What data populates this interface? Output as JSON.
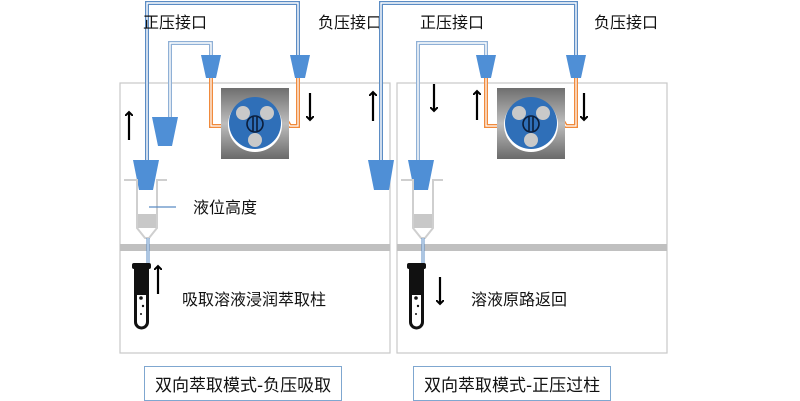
{
  "colors": {
    "tube_blue": "#5b8cc4",
    "funnel_blue": "#4f8fd6",
    "pump_tube_orange": "#f08a3c",
    "pump_body_gray": "#9a9a9a",
    "rotor_blue": "#2f6fb8",
    "panel_border": "#c8c8c8",
    "shelf_gray": "#c0c0c0",
    "caption_border": "#7fa7d0"
  },
  "panels": [
    {
      "id": "left",
      "positive_port_label": "正压接口",
      "negative_port_label": "负压接口",
      "level_label": "液位高度",
      "action_label": "吸取溶液浸润萃取柱",
      "caption": "双向萃取模式-负压吸取",
      "tube_flow_arrow": "up",
      "pump_right_arrow": "down",
      "outer_return_arrow": "up"
    },
    {
      "id": "right",
      "positive_port_label": "正压接口",
      "negative_port_label": "负压接口",
      "action_label": "溶液原路返回",
      "caption": "双向萃取模式-正压过柱",
      "tube_flow_arrow": "down",
      "pump_left_arrow": "up",
      "pump_right_arrow": "down",
      "inner_arrow": "down"
    }
  ]
}
